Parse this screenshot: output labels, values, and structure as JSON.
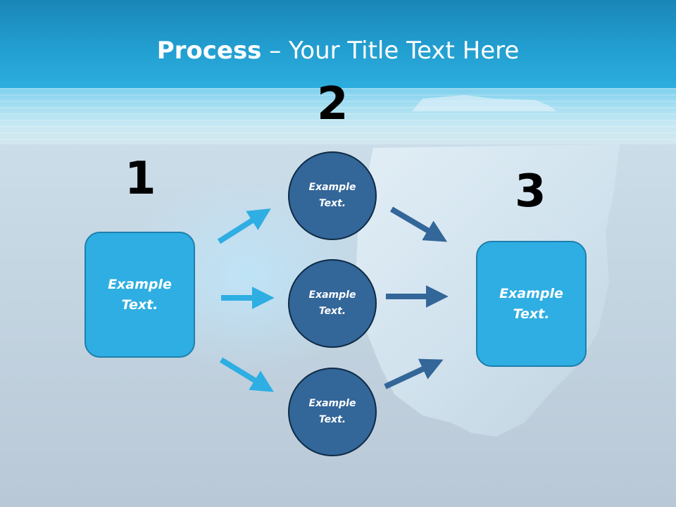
{
  "title": {
    "bold": "Process",
    "rest": " – Your Title Text Here"
  },
  "steps": {
    "one": "1",
    "two": "2",
    "three": "3"
  },
  "nodes": {
    "left_box": "Example\nText.",
    "right_box": "Example\nText.",
    "circle_top": "Example\nText.",
    "circle_mid": "Example\nText.",
    "circle_bot": "Example\nText."
  },
  "colors": {
    "box_fill": "#2eaee2",
    "circle_fill": "#336699",
    "arrow_light": "#2eaee2",
    "arrow_dark": "#336699"
  }
}
